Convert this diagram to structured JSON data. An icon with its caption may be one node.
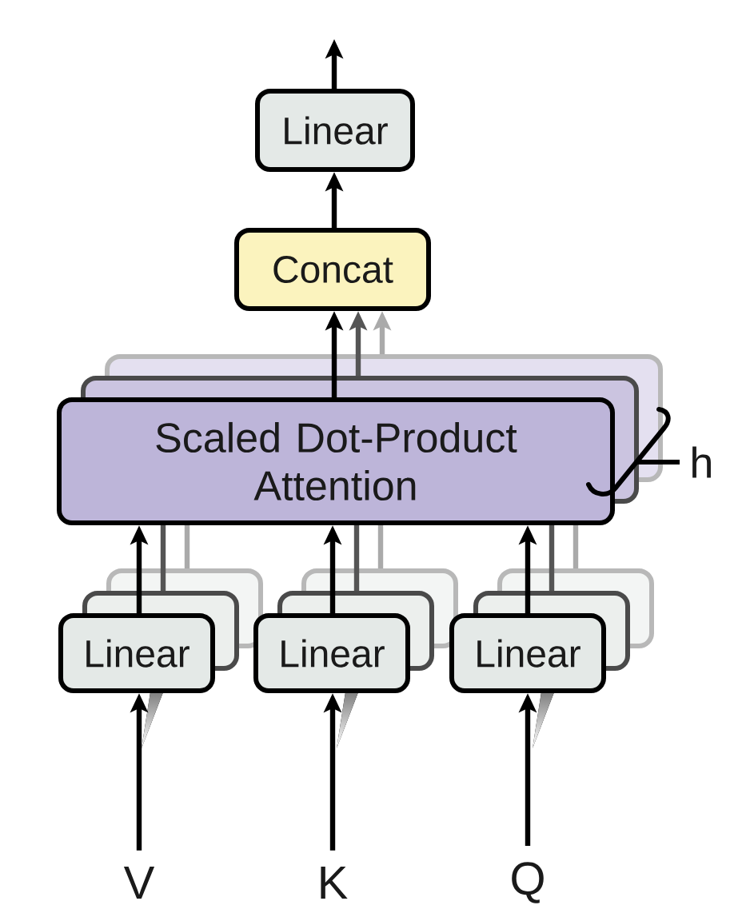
{
  "diagram": {
    "nodes": [
      {
        "text": [
          "Linear"
        ]
      },
      {
        "text": [
          "Concat"
        ]
      },
      {
        "text": [
          "Scaled Dot-Product Attention"
        ]
      },
      {
        "text": [
          "Linear"
        ]
      },
      {
        "text": [
          "Linear"
        ]
      },
      {
        "text": [
          "Linear"
        ]
      },
      {
        "text": [
          "V"
        ]
      },
      {
        "text": [
          "K"
        ]
      },
      {
        "text": [
          "Q"
        ]
      }
    ],
    "edges": [
      {
        "from": 0,
        "to": null,
        "arrow": "to"
      },
      {
        "from": 1,
        "to": 0,
        "arrow": "to"
      },
      {
        "from": 2,
        "to": 1,
        "arrow": "to"
      },
      {
        "from": 2,
        "to": 1,
        "arrow": "to",
        "color": "#555555"
      },
      {
        "from": 2,
        "to": 1,
        "arrow": "to",
        "color": "#aaaaaa"
      },
      {
        "from": 3,
        "to": 2,
        "arrow": "to"
      },
      {
        "from": 3,
        "to": 2,
        "arrow": "none",
        "color": "#555555"
      },
      {
        "from": 3,
        "to": 2,
        "arrow": "none",
        "color": "#aaaaaa"
      },
      {
        "from": 4,
        "to": 2,
        "arrow": "to"
      },
      {
        "from": 4,
        "to": 2,
        "arrow": "none",
        "color": "#555555"
      },
      {
        "from": 4,
        "to": 2,
        "arrow": "none",
        "color": "#aaaaaa"
      },
      {
        "from": 5,
        "to": 2,
        "arrow": "to"
      },
      {
        "from": 5,
        "to": 2,
        "arrow": "none",
        "color": "#555555"
      },
      {
        "from": 5,
        "to": 2,
        "arrow": "none",
        "color": "#aaaaaa"
      },
      {
        "from": 6,
        "to": 3,
        "arrow": "to"
      },
      {
        "from": 7,
        "to": 4,
        "arrow": "to"
      },
      {
        "from": 8,
        "to": 5,
        "arrow": "to"
      }
    ],
    "labels": [
      "h"
    ]
  }
}
